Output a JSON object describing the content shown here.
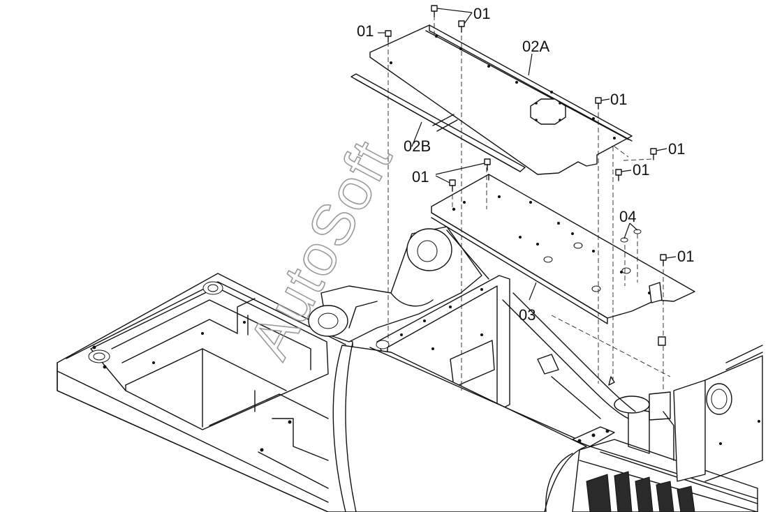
{
  "watermark": "AutoSoft",
  "callouts": {
    "c01_top": "01",
    "c01_left": "01",
    "c02a": "02A",
    "c01_right1": "01",
    "c02b": "02B",
    "c01_right2": "01",
    "c01_right3": "01",
    "c01_mid": "01",
    "c04": "04",
    "c01_low": "01",
    "c03": "03"
  }
}
